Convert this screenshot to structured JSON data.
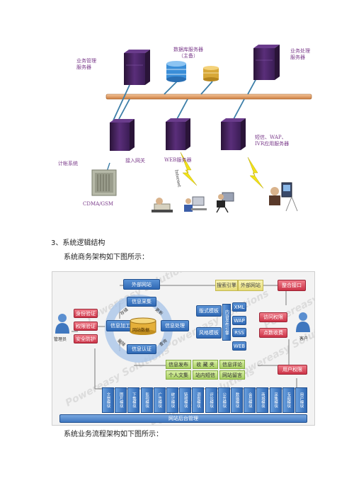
{
  "network_diagram": {
    "labels": {
      "business_mgmt_server": "业务管理\n服务器",
      "database_server": "数据库服务器\n（主备）",
      "business_process_server": "业务处理\n服务器",
      "billing_system": "计帐系统",
      "access_gateway": "接入网关",
      "web_server": "WEB服务器",
      "app_server": "短信、WAP、\nIVR应用服务器",
      "cdma_gsm": "CDMA/GSM",
      "internet": "Internet"
    }
  },
  "document": {
    "section_heading": "3、系统逻辑结构",
    "intro_text": "系统商务架构如下图所示：",
    "outro_text": "系统业务流程架构如下图所示："
  },
  "architecture": {
    "watermark": "Powereasy Solutions",
    "top_left": "外部网站",
    "collect": "信息采集",
    "search": "搜索引擎",
    "external_site": "外部网站",
    "integration": "整合接口",
    "left_boxes": [
      "身份验证",
      "权限验证",
      "安全防护"
    ],
    "admin": "管理员",
    "process": "信息加工",
    "database": "网站数据",
    "handle": "信息处理",
    "auth": "信息认证",
    "tags": [
      "存储",
      "更新",
      "删除",
      "查询"
    ],
    "format_template": "版式模板",
    "style_template": "风格模板",
    "vertical_label": "内容发布引擎",
    "channels": [
      "XML",
      "WAP",
      "RSS",
      "WEB"
    ],
    "access_rights": "访问权限",
    "point_charge": "点数收费",
    "customer": "客户",
    "user_rights": "用户权限",
    "publish_row1": [
      "信息发布",
      "收 藏 夹",
      "信息评论"
    ],
    "publish_row2": [
      "个人文集",
      "站内短信",
      "网站留言"
    ],
    "modules": [
      "文章模块",
      "图片模块",
      "下载模块",
      "影视模块",
      "广告模块",
      "统计模块",
      "链接模块",
      "调查模块",
      "评论模块",
      "公告模块",
      "数据模块",
      "会员模块",
      "商城模块",
      "采集模块",
      "专题模块",
      "用户模块"
    ],
    "backend": "网站后台管理"
  }
}
